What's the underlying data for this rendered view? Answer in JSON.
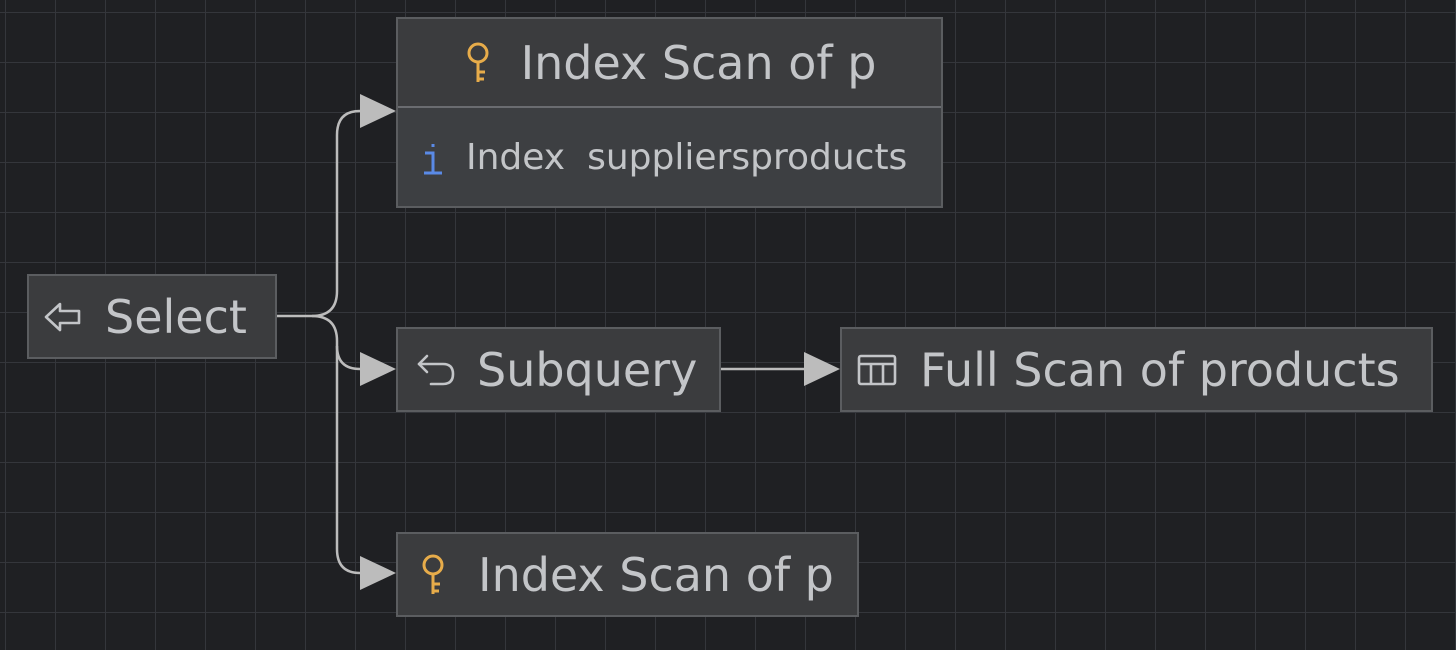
{
  "nodes": {
    "select": {
      "label": "Select",
      "icon": "select-arrow-icon"
    },
    "index_scan_top": {
      "label": "Index Scan of p",
      "icon": "key-icon",
      "details": [
        {
          "icon": "info-icon",
          "key": "Index",
          "value": "suppliersproducts"
        }
      ]
    },
    "subquery": {
      "label": "Subquery",
      "icon": "return-arrow-icon"
    },
    "full_scan": {
      "label": "Full Scan of products",
      "icon": "table-icon"
    },
    "index_scan_bottom": {
      "label": "Index Scan of p",
      "icon": "key-icon"
    }
  },
  "edges": [
    {
      "from": "select",
      "to": "index_scan_top"
    },
    {
      "from": "select",
      "to": "subquery"
    },
    {
      "from": "select",
      "to": "index_scan_bottom"
    },
    {
      "from": "subquery",
      "to": "full_scan"
    }
  ],
  "colors": {
    "background": "#1f2023",
    "grid": "#34363b",
    "node_fill": "#3b3c3e",
    "node_border": "#5b5d60",
    "text": "#c3c5c8",
    "edge": "#bcbcbc",
    "key_icon": "#e7ac4a",
    "info_icon": "#5a8ae6"
  }
}
